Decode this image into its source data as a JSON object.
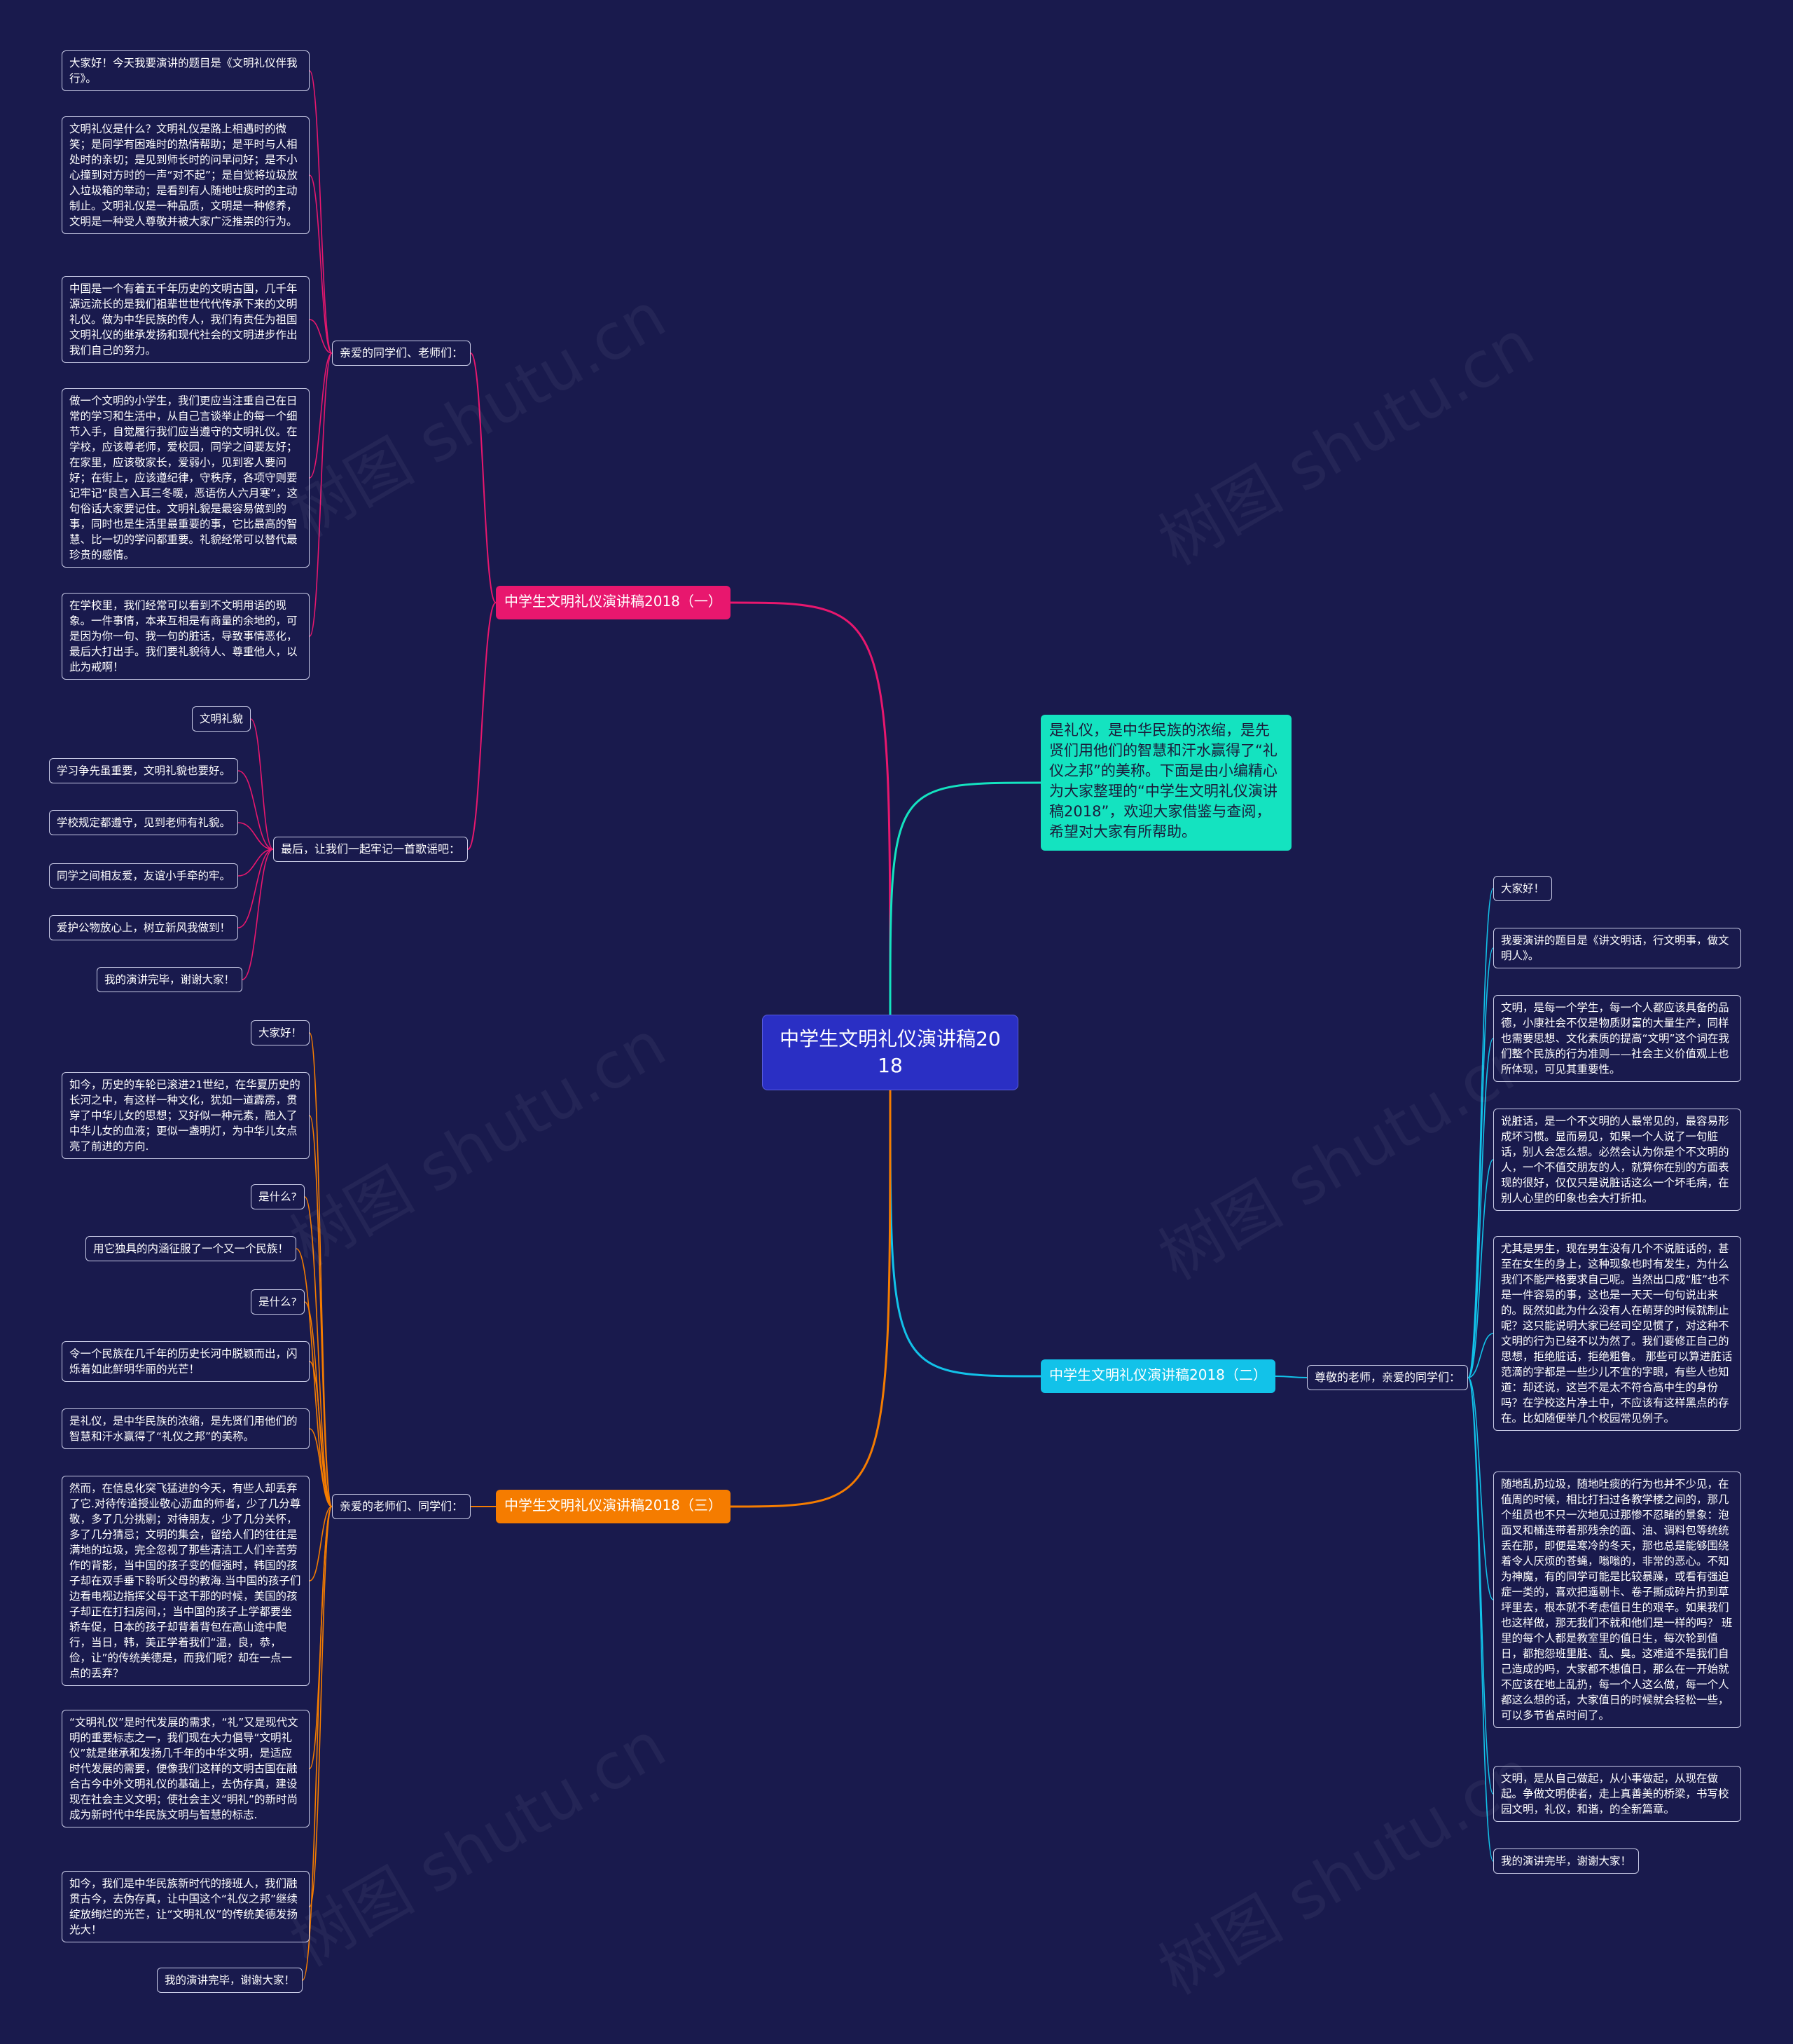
{
  "colors": {
    "background": "#191a4d",
    "root": "#2a2fc4",
    "branch1": "#e8176e",
    "branch2": "#12c2e9",
    "branch3": "#f57c00",
    "intro": "#14e3c0"
  },
  "root": {
    "text": "中学生文明礼仪演讲稿2018"
  },
  "intro": {
    "text": "是礼仪，是中华民族的浓缩，是先贤们用他们的智慧和汗水赢得了“礼仪之邦”的美称。下面是由小编精心为大家整理的“中学生文明礼仪演讲稿2018”，欢迎大家借鉴与查阅，希望对大家有所帮助。"
  },
  "branch1": {
    "title": "中学生文明礼仪演讲稿2018（一）",
    "sub1": {
      "label": "亲爱的同学们、老师们：",
      "items": [
        "大家好！今天我要演讲的题目是《文明礼仪伴我行》。",
        "文明礼仪是什么？文明礼仪是路上相遇时的微笑；是同学有困难时的热情帮助；是平时与人相处时的亲切；是见到师长时的问早问好；是不小心撞到对方时的一声“对不起”；是自觉将垃圾放入垃圾箱的举动；是看到有人随地吐痰时的主动制止。文明礼仪是一种品质，文明是一种修养，文明是一种受人尊敬并被大家广泛推崇的行为。",
        "中国是一个有着五千年历史的文明古国，几千年源远流长的是我们祖辈世世代代传承下来的文明礼仪。做为中华民族的传人，我们有责任为祖国文明礼仪的继承发扬和现代社会的文明进步作出我们自己的努力。",
        "做一个文明的小学生，我们更应当注重自己在日常的学习和生活中，从自己言谈举止的每一个细节入手，自觉履行我们应当遵守的文明礼仪。在学校，应该尊老师，爱校园，同学之间要友好；在家里，应该敬家长，爱弱小，见到客人要问好；在街上，应该遵纪律，守秩序，各项守则要记牢记“良言入耳三冬暖，恶语伤人六月寒”，这句俗话大家要记住。文明礼貌是最容易做到的事，同时也是生活里最重要的事，它比最高的智慧、比一切的学问都重要。礼貌经常可以替代最珍贵的感情。",
        "在学校里，我们经常可以看到不文明用语的现象。一件事情，本来互相是有商量的余地的，可是因为你一句、我一句的脏话，导致事情恶化，最后大打出手。我们要礼貌待人、尊重他人，以此为戒啊！"
      ]
    },
    "sub2": {
      "label": "最后，让我们一起牢记一首歌谣吧：",
      "items": [
        "文明礼貌",
        "学习争先虽重要，文明礼貌也要好。",
        "学校规定都遵守，见到老师有礼貌。",
        "同学之间相友爱，友谊小手牵的牢。",
        "爱护公物放心上，树立新风我做到！",
        "我的演讲完毕，谢谢大家！"
      ]
    }
  },
  "branch2": {
    "title": "中学生文明礼仪演讲稿2018（二）",
    "sub1": {
      "label": "尊敬的老师，亲爱的同学们：",
      "items": [
        "大家好！",
        "我要演讲的题目是《讲文明话，行文明事，做文明人》。",
        "文明，是每一个学生，每一个人都应该具备的品德，小康社会不仅是物质财富的大量生产，同样也需要思想、文化素质的提高“文明”这个词在我们整个民族的行为准则——社会主义价值观上也所体现，可见其重要性。",
        "说脏话，是一个不文明的人最常见的，最容易形成坏习惯。显而易见，如果一个人说了一句脏话，别人会怎么想。必然会认为你是个不文明的人，一个不值交朋友的人，就算你在别的方面表现的很好，仅仅只是说脏话这么一个坏毛病，在别人心里的印象也会大打折扣。",
        "尤其是男生，现在男生没有几个不说脏话的，甚至在女生的身上，这种现象也时有发生，为什么我们不能严格要求自己呢。当然出口成“脏”也不是一件容易的事，这也是一天天一句句说出来的。既然如此为什么没有人在萌芽的时候就制止呢？这只能说明大家已经司空见惯了，对这种不文明的行为已经不以为然了。我们要修正自己的思想，拒绝脏话，拒绝粗鲁。 那些可以算进脏话范滴的字都是一些少儿不宜的字眼，有些人也知道：却还说，这岂不是太不符合高中生的身份吗？在学校这片净土中，不应该有这样黑点的存在。比如随便举几个校园常见例子。",
        "随地乱扔垃圾，随地吐痰的行为也并不少见，在值周的时候，相比打扫过各教学楼之间的，那几个组员也不只一次地见过那惨不忍睹的景象：泡面叉和桶连带着那残余的面、油、调料包等统统丢在那，即便是寒冷的冬天，那也总是能够围绕着令人厌烦的苍蝇，嗡嗡的，非常的恶心。不知为神魔，有的同学可能是比较暴躁，或看有强迫症一类的，喜欢把遥剔卡、卷子撕成碎片扔到草坪里去，根本就不考虑值日生的艰辛。如果我们也这样做，那无我们不就和他们是一样的吗？ 班里的每个人都是教室里的值日生，每次轮到值日，都抱怨班里脏、乱、臭。这难道不是我们自己造成的吗，大家都不想值日，那么在一开始就不应该在地上乱扔，每一个人这么做，每一个人都这么想的话，大家值日的时候就会轻松一些，可以多节省点时间了。",
        "文明，是从自己做起，从小事做起，从现在做起。争做文明使者，走上真善美的桥梁，书写校园文明，礼仪，和谐，的全新篇章。",
        "我的演讲完毕，谢谢大家！"
      ]
    }
  },
  "branch3": {
    "title": "中学生文明礼仪演讲稿2018（三）",
    "sub1": {
      "label": "亲爱的老师们、同学们：",
      "items": [
        "大家好！",
        "如今，历史的车轮已滚进21世纪，在华夏历史的长河之中，有这样一种文化，犹如一道霹雳，贯穿了中华儿女的思想；又好似一种元素，融入了中华儿女的血液；更似一盏明灯，为中华儿女点亮了前进的方向.",
        "是什么?",
        "用它独具的内涵征服了一个又一个民族！",
        "是什么?",
        "令一个民族在几千年的历史长河中脱颖而出，闪烁着如此鲜明华丽的光芒！",
        "是礼仪，是中华民族的浓缩，是先贤们用他们的智慧和汗水赢得了“礼仪之邦”的美称。",
        "然而，在信息化突飞猛进的今天，有些人却丢弃了它.对待传道授业敬心沥血的师者，少了几分尊敬，多了几分挑剔；对待朋友，少了几分关怀，多了几分猜忌；文明的集会，留给人们的往往是满地的垃圾，完全忽视了那些清洁工人们辛苦劳作的背影，当中国的孩子变的倔强时，韩国的孩子却在双手垂下聆听父母的教海.当中国的孩子们边看电视边指挥父母干这干那的时候，美国的孩子却正在打扫房间，；当中国的孩子上学都要坐轿车促，日本的孩子却背着背包在高山途中爬行，当日，韩，美正学着我们“温，良，恭，俭，让”的传统美德是，而我们呢？却在一点一点的丢弃？",
        "“文明礼仪”是时代发展的需求，“礼”又是现代文明的重要标志之一，我们现在大力倡导“文明礼仪”就是继承和发扬几千年的中华文明，是适应时代发展的需要，便像我们这样的文明古国在融合古今中外文明礼仪的基础上，去伪存真，建设现在社会主义文明；使社会主义“明礼”的新时尚成为新时代中华民族文明与智慧的标志.",
        "如今，我们是中华民族新时代的接班人，我们融贯古今，去伪存真，让中国这个“礼仪之邦”继续绽放绚烂的光芒，让“文明礼仪”的传统美德发扬光大！",
        "我的演讲完毕，谢谢大家！"
      ]
    }
  },
  "watermark": "树图 shutu.cn"
}
